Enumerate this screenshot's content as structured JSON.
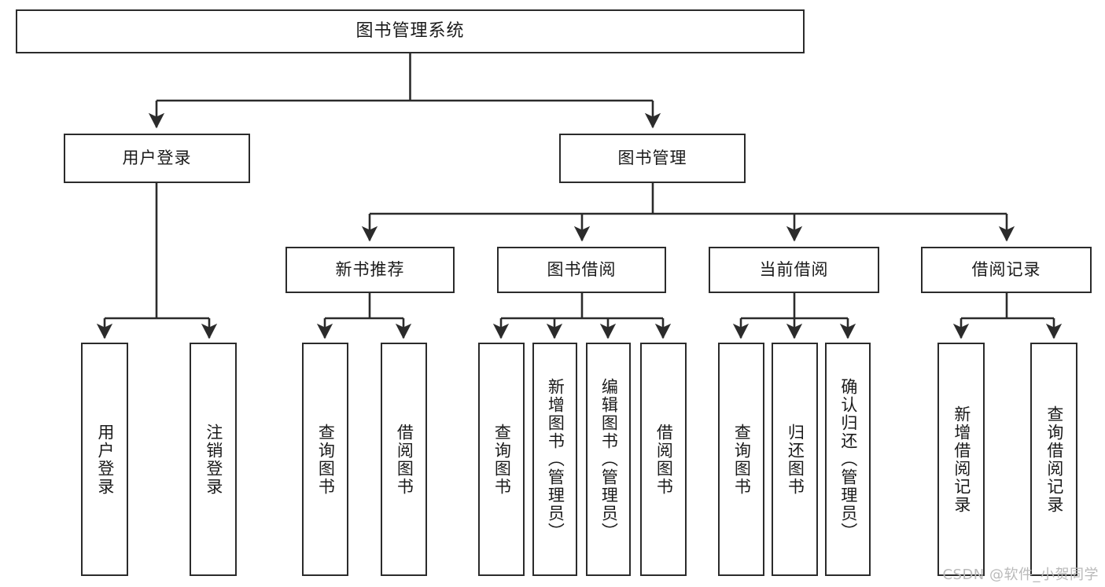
{
  "diagram": {
    "title": "图书管理系统",
    "type": "tree",
    "root": {
      "label": "图书管理系统"
    },
    "level2": [
      {
        "label": "用户登录"
      },
      {
        "label": "图书管理"
      }
    ],
    "level3": [
      {
        "label": "新书推荐"
      },
      {
        "label": "图书借阅"
      },
      {
        "label": "当前借阅"
      },
      {
        "label": "借阅记录"
      }
    ],
    "leaves": [
      {
        "label": "用户登录"
      },
      {
        "label": "注销登录"
      },
      {
        "label": "查询图书"
      },
      {
        "label": "借阅图书"
      },
      {
        "label": "查询图书"
      },
      {
        "label": "新增图书（管理员）"
      },
      {
        "label": "编辑图书（管理员）"
      },
      {
        "label": "借阅图书"
      },
      {
        "label": "查询图书"
      },
      {
        "label": "归还图书"
      },
      {
        "label": "确认归还（管理员）"
      },
      {
        "label": "新增借阅记录"
      },
      {
        "label": "查询借阅记录"
      }
    ],
    "colors": {
      "stroke": "#2b2b2b",
      "fill": "#ffffff",
      "text": "#1a1a1a",
      "watermark": "#b9b9b9"
    }
  },
  "watermark": {
    "text": "CSDN @软件_小贺同学"
  }
}
